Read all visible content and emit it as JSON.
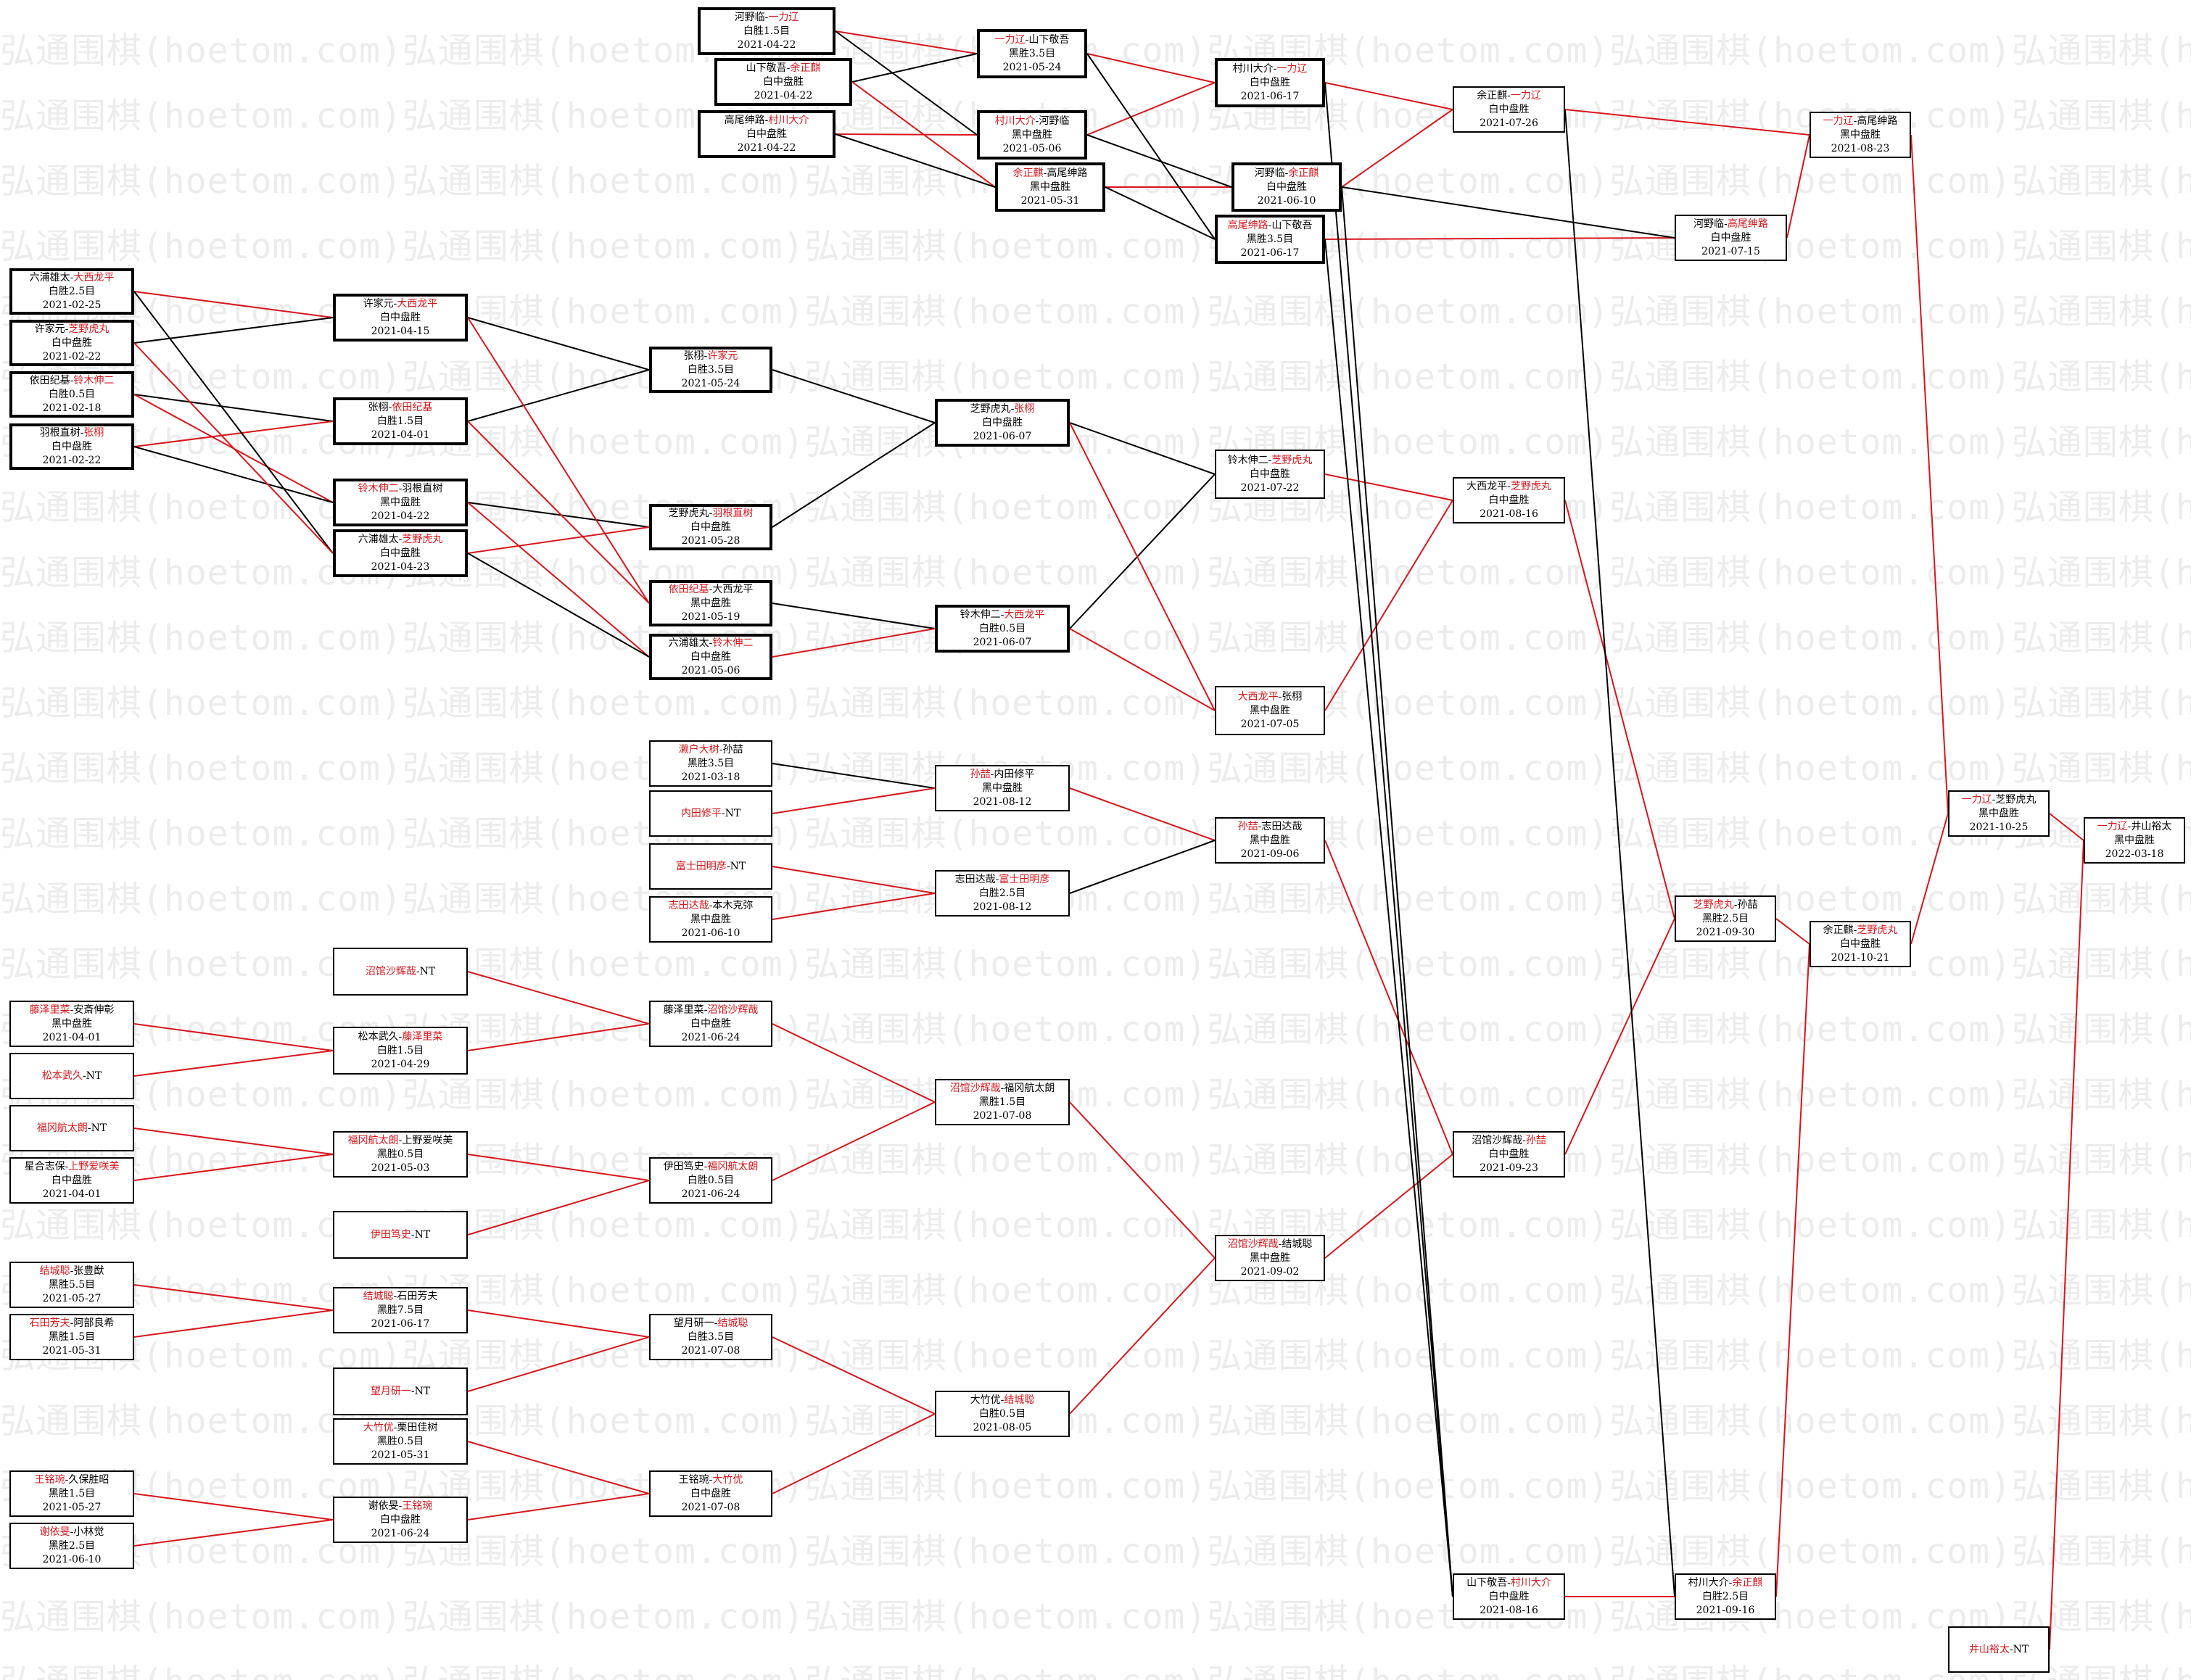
{
  "watermark": {
    "text": "弘通围棋(hoetom.com)"
  },
  "colors": {
    "winner": "#d8161c",
    "line_win": "#d8161c",
    "line_lose": "#000000",
    "border": "#000000"
  },
  "games": {
    "g1": {
      "p1": "河野临",
      "sep": "-",
      "p2": "一力辽",
      "winner": 2,
      "result": "白胜1.5目",
      "date": "2021-04-22"
    },
    "g2": {
      "p1": "山下敬吾",
      "sep": "-",
      "p2": "余正麒",
      "winner": 2,
      "result": "白中盘胜",
      "date": "2021-04-22"
    },
    "g3": {
      "p1": "高尾绅路",
      "sep": "-",
      "p2": "村川大介",
      "winner": 2,
      "result": "白中盘胜",
      "date": "2021-04-22"
    },
    "g4": {
      "p1": "一力辽",
      "sep": "-",
      "p2": "山下敬吾",
      "winner": 1,
      "result": "黑胜3.5目",
      "date": "2021-05-24"
    },
    "g5": {
      "p1": "村川大介",
      "sep": "-",
      "p2": "河野临",
      "winner": 1,
      "result": "黑中盘胜",
      "date": "2021-05-06"
    },
    "g6": {
      "p1": "余正麒",
      "sep": "-",
      "p2": "高尾绅路",
      "winner": 1,
      "result": "黑中盘胜",
      "date": "2021-05-31"
    },
    "g7": {
      "p1": "村川大介",
      "sep": "-",
      "p2": "一力辽",
      "winner": 2,
      "result": "白中盘胜",
      "date": "2021-06-17"
    },
    "g8": {
      "p1": "河野临",
      "sep": "-",
      "p2": "余正麒",
      "winner": 2,
      "result": "白中盘胜",
      "date": "2021-06-10"
    },
    "g9": {
      "p1": "高尾绅路",
      "sep": "-",
      "p2": "山下敬吾",
      "winner": 1,
      "result": "黑胜3.5目",
      "date": "2021-06-17"
    },
    "g10": {
      "p1": "余正麒",
      "sep": "-",
      "p2": "一力辽",
      "winner": 2,
      "result": "白中盘胜",
      "date": "2021-07-26"
    },
    "g11": {
      "p1": "河野临",
      "sep": "-",
      "p2": "高尾绅路",
      "winner": 2,
      "result": "白中盘胜",
      "date": "2021-07-15"
    },
    "g12": {
      "p1": "一力辽",
      "sep": "-",
      "p2": "高尾绅路",
      "winner": 1,
      "result": "黑中盘胜",
      "date": "2021-08-23"
    },
    "g13": {
      "p1": "六浦雄太",
      "sep": "-",
      "p2": "大西龙平",
      "winner": 2,
      "result": "白胜2.5目",
      "date": "2021-02-25"
    },
    "g14": {
      "p1": "许家元",
      "sep": "-",
      "p2": "芝野虎丸",
      "winner": 2,
      "result": "白中盘胜",
      "date": "2021-02-22"
    },
    "g15": {
      "p1": "依田纪基",
      "sep": "-",
      "p2": "铃木伸二",
      "winner": 2,
      "result": "白胜0.5目",
      "date": "2021-02-18"
    },
    "g16": {
      "p1": "羽根直树",
      "sep": "-",
      "p2": "张栩",
      "winner": 2,
      "result": "白中盘胜",
      "date": "2021-02-22"
    },
    "g17": {
      "p1": "许家元",
      "sep": "-",
      "p2": "大西龙平",
      "winner": 2,
      "result": "白中盘胜",
      "date": "2021-04-15"
    },
    "g18": {
      "p1": "张栩",
      "sep": "-",
      "p2": "依田纪基",
      "winner": 2,
      "result": "白胜1.5目",
      "date": "2021-04-01"
    },
    "g19": {
      "p1": "铃木伸二",
      "sep": "-",
      "p2": "羽根直树",
      "winner": 1,
      "result": "黑中盘胜",
      "date": "2021-04-22"
    },
    "g20": {
      "p1": "六浦雄太",
      "sep": "-",
      "p2": "芝野虎丸",
      "winner": 2,
      "result": "白中盘胜",
      "date": "2021-04-23"
    },
    "g21": {
      "p1": "张栩",
      "sep": "-",
      "p2": "许家元",
      "winner": 2,
      "result": "白胜3.5目",
      "date": "2021-05-24"
    },
    "g22": {
      "p1": "芝野虎丸",
      "sep": "-",
      "p2": "羽根直树",
      "winner": 2,
      "result": "白中盘胜",
      "date": "2021-05-28"
    },
    "g23": {
      "p1": "依田纪基",
      "sep": "-",
      "p2": "大西龙平",
      "winner": 1,
      "result": "黑中盘胜",
      "date": "2021-05-19"
    },
    "g24": {
      "p1": "六浦雄太",
      "sep": "-",
      "p2": "铃木伸二",
      "winner": 2,
      "result": "白中盘胜",
      "date": "2021-05-06"
    },
    "g25": {
      "p1": "芝野虎丸",
      "sep": "-",
      "p2": "张栩",
      "winner": 2,
      "result": "白中盘胜",
      "date": "2021-06-07"
    },
    "g26": {
      "p1": "铃木伸二",
      "sep": "-",
      "p2": "大西龙平",
      "winner": 2,
      "result": "白胜0.5目",
      "date": "2021-06-07"
    },
    "g27": {
      "p1": "铃木伸二",
      "sep": "-",
      "p2": "芝野虎丸",
      "winner": 2,
      "result": "白中盘胜",
      "date": "2021-07-22"
    },
    "g28": {
      "p1": "大西龙平",
      "sep": "-",
      "p2": "张栩",
      "winner": 1,
      "result": "黑中盘胜",
      "date": "2021-07-05"
    },
    "g29": {
      "p1": "大西龙平",
      "sep": "-",
      "p2": "芝野虎丸",
      "winner": 2,
      "result": "白中盘胜",
      "date": "2021-08-16"
    },
    "g30": {
      "p1": "濑户大树",
      "sep": "-",
      "p2": "孙喆",
      "winner": 1,
      "result": "黑胜3.5目",
      "date": "2021-03-18"
    },
    "g31": {
      "p1": "内田修平",
      "sep": "-",
      "p2": "NT",
      "winner": 1
    },
    "g32": {
      "p1": "富士田明彦",
      "sep": "-",
      "p2": "NT",
      "winner": 1
    },
    "g33": {
      "p1": "志田达哉",
      "sep": "-",
      "p2": "本木克弥",
      "winner": 1,
      "result": "黑中盘胜",
      "date": "2021-06-10"
    },
    "g34": {
      "p1": "孙喆",
      "sep": "-",
      "p2": "内田修平",
      "winner": 1,
      "result": "黑中盘胜",
      "date": "2021-08-12"
    },
    "g35": {
      "p1": "志田达哉",
      "sep": "-",
      "p2": "富士田明彦",
      "winner": 2,
      "result": "白胜2.5目",
      "date": "2021-08-12"
    },
    "g36": {
      "p1": "孙喆",
      "sep": "-",
      "p2": "志田达哉",
      "winner": 1,
      "result": "黑中盘胜",
      "date": "2021-09-06"
    },
    "g37": {
      "p1": "沼馆沙辉哉",
      "sep": "-",
      "p2": "NT",
      "winner": 1
    },
    "g38": {
      "p1": "藤泽里菜",
      "sep": "-",
      "p2": "安斎伸彰",
      "winner": 1,
      "result": "黑中盘胜",
      "date": "2021-04-01"
    },
    "g39": {
      "p1": "松本武久",
      "sep": "-",
      "p2": "NT",
      "winner": 1
    },
    "g40": {
      "p1": "松本武久",
      "sep": "-",
      "p2": "藤泽里菜",
      "winner": 2,
      "result": "白胜1.5目",
      "date": "2021-04-29"
    },
    "g41": {
      "p1": "藤泽里菜",
      "sep": "-",
      "p2": "沼馆沙辉哉",
      "winner": 2,
      "result": "白中盘胜",
      "date": "2021-06-24"
    },
    "g42": {
      "p1": "福冈航太朗",
      "sep": "-",
      "p2": "NT",
      "winner": 1
    },
    "g43": {
      "p1": "星合志保",
      "sep": "-",
      "p2": "上野爱咲美",
      "winner": 2,
      "result": "白中盘胜",
      "date": "2021-04-01"
    },
    "g44": {
      "p1": "福冈航太朗",
      "sep": "-",
      "p2": "上野爱咲美",
      "winner": 1,
      "result": "黑胜0.5目",
      "date": "2021-05-03"
    },
    "g45": {
      "p1": "伊田笃史",
      "sep": "-",
      "p2": "NT",
      "winner": 1
    },
    "g46": {
      "p1": "伊田笃史",
      "sep": "-",
      "p2": "福冈航太朗",
      "winner": 2,
      "result": "白胜0.5目",
      "date": "2021-06-24"
    },
    "g47": {
      "p1": "沼馆沙辉哉",
      "sep": "-",
      "p2": "福冈航太朗",
      "winner": 1,
      "result": "黑胜1.5目",
      "date": "2021-07-08"
    },
    "g48": {
      "p1": "结城聪",
      "sep": "-",
      "p2": "张豊猷",
      "winner": 1,
      "result": "黑胜5.5目",
      "date": "2021-05-27"
    },
    "g49": {
      "p1": "石田芳夫",
      "sep": "-",
      "p2": "阿部良希",
      "winner": 1,
      "result": "黑胜1.5目",
      "date": "2021-05-31"
    },
    "g50": {
      "p1": "结城聪",
      "sep": "-",
      "p2": "石田芳夫",
      "winner": 1,
      "result": "黑胜7.5目",
      "date": "2021-06-17"
    },
    "g51": {
      "p1": "望月研一",
      "sep": "-",
      "p2": "NT",
      "winner": 1
    },
    "g52": {
      "p1": "望月研一",
      "sep": "-",
      "p2": "结城聪",
      "winner": 2,
      "result": "白胜3.5目",
      "date": "2021-07-08"
    },
    "g53": {
      "p1": "大竹优",
      "sep": "-",
      "p2": "栗田佳树",
      "winner": 1,
      "result": "黑胜0.5目",
      "date": "2021-05-31"
    },
    "g54": {
      "p1": "王铭琬",
      "sep": "-",
      "p2": "久保胜昭",
      "winner": 1,
      "result": "黑胜1.5目",
      "date": "2021-05-27"
    },
    "g55": {
      "p1": "谢依旻",
      "sep": "-",
      "p2": "小林觉",
      "winner": 1,
      "result": "黑胜2.5目",
      "date": "2021-06-10"
    },
    "g56": {
      "p1": "谢依旻",
      "sep": "-",
      "p2": "王铭琬",
      "winner": 2,
      "result": "白中盘胜",
      "date": "2021-06-24"
    },
    "g57": {
      "p1": "王铭琬",
      "sep": "-",
      "p2": "大竹优",
      "winner": 2,
      "result": "白中盘胜",
      "date": "2021-07-08"
    },
    "g58": {
      "p1": "大竹优",
      "sep": "-",
      "p2": "结城聪",
      "winner": 2,
      "result": "白胜0.5目",
      "date": "2021-08-05"
    },
    "g59": {
      "p1": "沼馆沙辉哉",
      "sep": "-",
      "p2": "结城聪",
      "winner": 1,
      "result": "黑中盘胜",
      "date": "2021-09-02"
    },
    "g60": {
      "p1": "沼馆沙辉哉",
      "sep": "-",
      "p2": "孙喆",
      "winner": 2,
      "result": "白中盘胜",
      "date": "2021-09-23"
    },
    "g61": {
      "p1": "芝野虎丸",
      "sep": "-",
      "p2": "孙喆",
      "winner": 1,
      "result": "黑胜2.5目",
      "date": "2021-09-30"
    },
    "g62": {
      "p1": "山下敬吾",
      "sep": "-",
      "p2": "村川大介",
      "winner": 2,
      "result": "白中盘胜",
      "date": "2021-08-16"
    },
    "g63": {
      "p1": "村川大介",
      "sep": "-",
      "p2": "余正麒",
      "winner": 2,
      "result": "白胜2.5目",
      "date": "2021-09-16"
    },
    "g64": {
      "p1": "余正麒",
      "sep": "-",
      "p2": "芝野虎丸",
      "winner": 2,
      "result": "白中盘胜",
      "date": "2021-10-21"
    },
    "g65": {
      "p1": "一力辽",
      "sep": "-",
      "p2": "芝野虎丸",
      "winner": 1,
      "result": "黑中盘胜",
      "date": "2021-10-25"
    },
    "g66": {
      "p1": "一力辽",
      "sep": "-",
      "p2": "井山裕太",
      "winner": 1,
      "result": "黑中盘胜",
      "date": "2022-03-18"
    },
    "g67": {
      "p1": "井山裕太",
      "sep": "-",
      "p2": "NT",
      "winner": 1
    }
  }
}
